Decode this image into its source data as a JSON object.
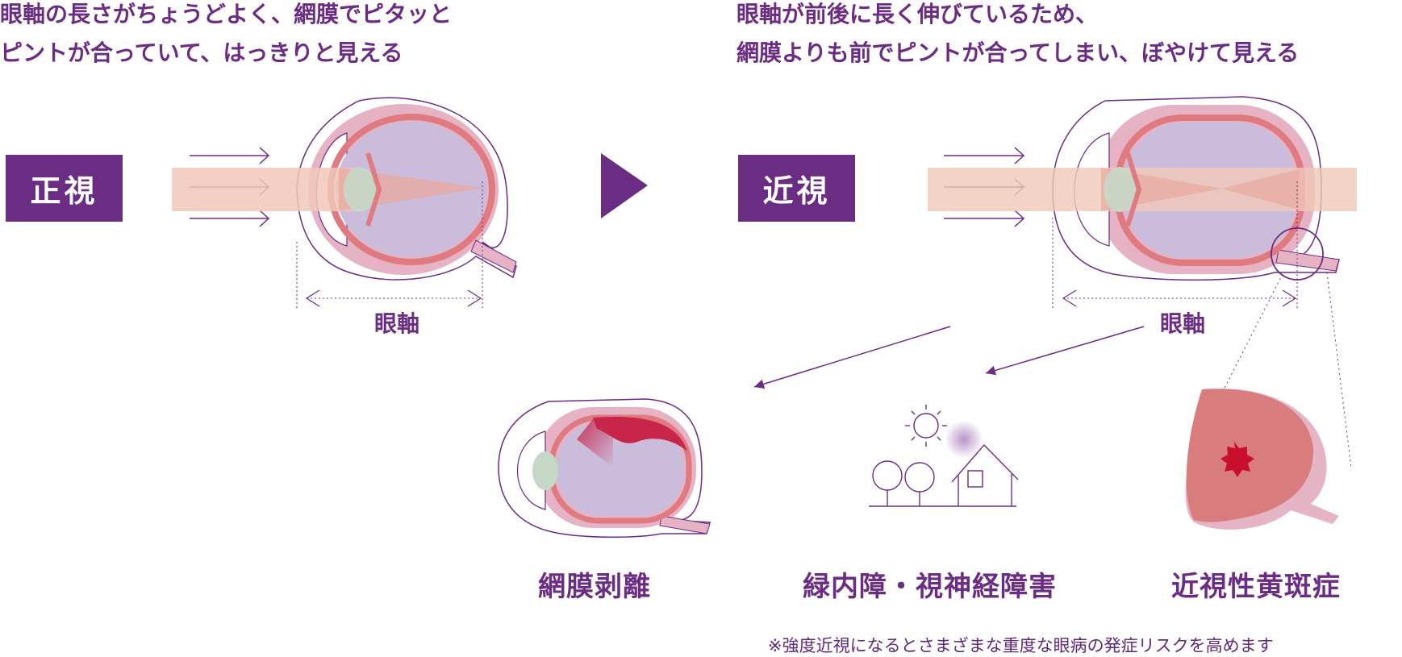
{
  "normal": {
    "caption_line1": "眼軸の長さがちょうどよく、網膜でピタッと",
    "caption_line2": "ピントが合っていて、はっきりと見える",
    "label": "正視",
    "axis_label": "眼軸"
  },
  "myopia": {
    "caption_line1": "眼軸が前後に長く伸びているため、",
    "caption_line2": "網膜よりも前でピントが合ってしまい、ぼやけて見える",
    "label": "近視",
    "axis_label": "眼軸"
  },
  "diseases": [
    {
      "label": "網膜剥離",
      "icon": "retinal-detachment-eye"
    },
    {
      "label": "緑内障・視神経障害",
      "icon": "blurred-house-scene"
    },
    {
      "label": "近視性黄斑症",
      "icon": "macula-closeup"
    }
  ],
  "note": "※強度近視になるとさまざまな重度な眼病の発症リスクを高めます",
  "colors": {
    "purple": "#6b2c83",
    "eye_fill": "#cbbcdb",
    "eye_outer": "#e5b3c4",
    "retina": "#df7a80",
    "light_beam": "#f0c8b8",
    "lens": "#c5d8c8",
    "blood": "#c8102e"
  }
}
